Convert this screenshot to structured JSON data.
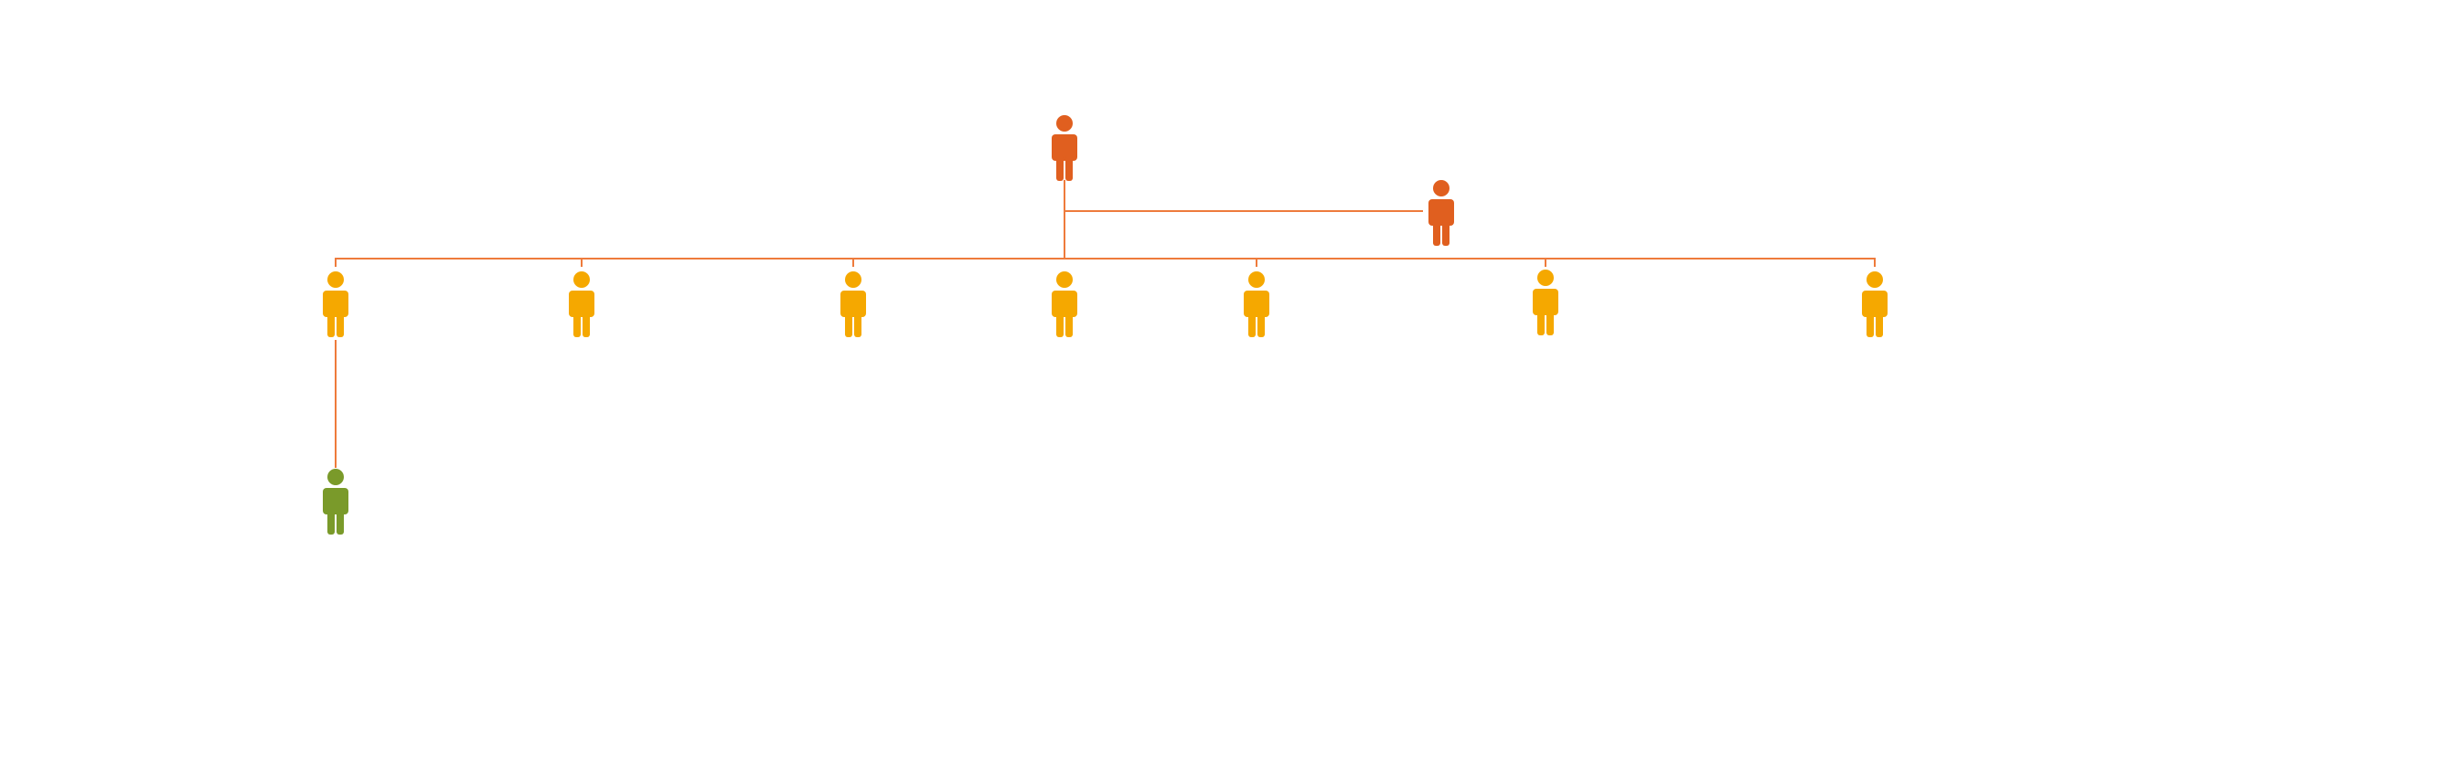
{
  "diagram": {
    "type": "org-chart",
    "colors": {
      "connector": "#ee7b3c",
      "executive": "#e05f1f",
      "manager": "#f5a800",
      "staff": "#7a9a2a"
    },
    "nodes": [
      {
        "id": "root",
        "role": "executive",
        "icon": "person-icon"
      },
      {
        "id": "assistant",
        "role": "executive",
        "icon": "person-icon"
      },
      {
        "id": "m1",
        "role": "manager",
        "icon": "person-icon"
      },
      {
        "id": "m2",
        "role": "manager",
        "icon": "person-icon"
      },
      {
        "id": "m3",
        "role": "manager",
        "icon": "person-icon"
      },
      {
        "id": "m4",
        "role": "manager",
        "icon": "person-icon"
      },
      {
        "id": "m5",
        "role": "manager",
        "icon": "person-icon"
      },
      {
        "id": "m6",
        "role": "manager",
        "icon": "person-icon"
      },
      {
        "id": "m7",
        "role": "manager",
        "icon": "person-icon"
      },
      {
        "id": "s1",
        "role": "staff",
        "icon": "person-icon"
      }
    ],
    "edges": [
      {
        "from": "root",
        "to": "assistant"
      },
      {
        "from": "root",
        "to": "m1"
      },
      {
        "from": "root",
        "to": "m2"
      },
      {
        "from": "root",
        "to": "m3"
      },
      {
        "from": "root",
        "to": "m4"
      },
      {
        "from": "root",
        "to": "m5"
      },
      {
        "from": "root",
        "to": "m6"
      },
      {
        "from": "root",
        "to": "m7"
      },
      {
        "from": "m1",
        "to": "s1"
      }
    ]
  }
}
